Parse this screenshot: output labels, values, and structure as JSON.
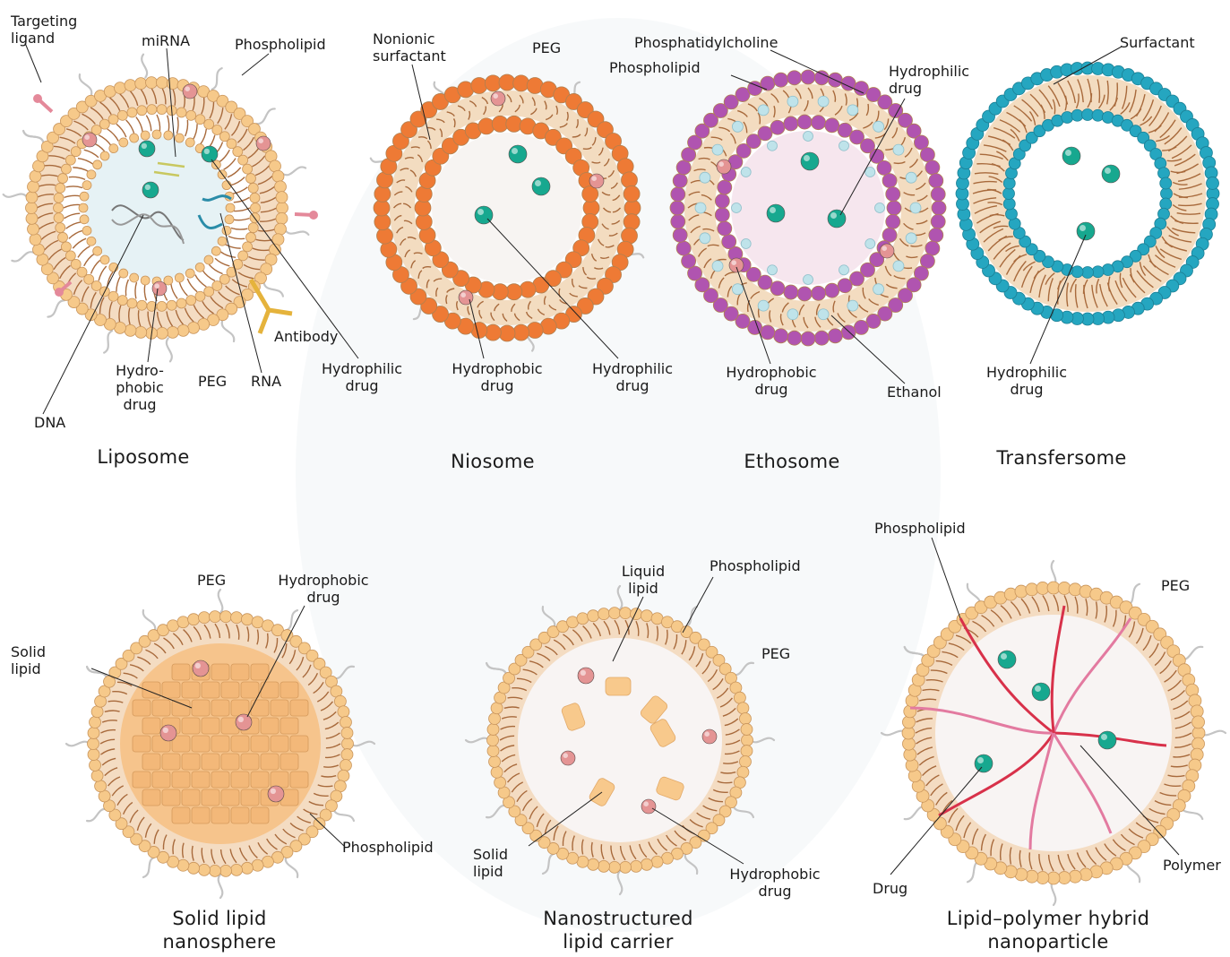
{
  "panels": {
    "liposome": {
      "title": "Liposome",
      "targeting_ligand": "Targeting\nligand",
      "mirna": "miRNA",
      "phospholipid": "Phospholipid",
      "antibody": "Antibody",
      "hydrophobic_drug": "Hydro-\nphobic\ndrug",
      "peg": "PEG",
      "rna": "RNA",
      "hydrophilic_drug": "Hydrophilic\ndrug",
      "dna": "DNA"
    },
    "niosome": {
      "title": "Niosome",
      "nonionic_surfactant": "Nonionic\nsurfactant",
      "peg": "PEG",
      "hydrophobic_drug": "Hydrophobic\ndrug",
      "hydrophilic_drug": "Hydrophilic\ndrug"
    },
    "ethosome": {
      "title": "Ethosome",
      "phosphatidylcholine": "Phosphatidylcholine",
      "phospholipid": "Phospholipid",
      "hydrophilic_drug": "Hydrophilic\ndrug",
      "hydrophobic_drug": "Hydrophobic\ndrug",
      "ethanol": "Ethanol"
    },
    "transfersome": {
      "title": "Transfersome",
      "surfactant": "Surfactant",
      "hydrophilic_drug": "Hydrophilic\ndrug"
    },
    "solid_lipid_nanosphere": {
      "title": "Solid lipid\nnanosphere",
      "peg": "PEG",
      "hydrophobic_drug": "Hydrophobic\ndrug",
      "solid_lipid": "Solid\nlipid",
      "phospholipid": "Phospholipid"
    },
    "nanostructured_lipid_carrier": {
      "title": "Nanostructured\nlipid carrier",
      "liquid_lipid": "Liquid\nlipid",
      "phospholipid": "Phospholipid",
      "peg": "PEG",
      "solid_lipid": "Solid\nlipid",
      "hydrophobic_drug": "Hydrophobic\ndrug"
    },
    "lipid_polymer_hybrid": {
      "title": "Lipid–polymer hybrid\nnanoparticle",
      "phospholipid": "Phospholipid",
      "peg": "PEG",
      "drug": "Drug",
      "polymer": "Polymer"
    }
  },
  "colors": {
    "head_tan": "#f6c98a",
    "tail": "#a86a3c",
    "niosome_head": "#ee7a35",
    "ethosome_head": "#b054b0",
    "transfersome_head": "#25a6c0",
    "drug_teal": "#17a88f",
    "drug_pink": "#e49494",
    "ethanol": "#bfe3ea",
    "polymer": "#d8314a",
    "peg": "#c4c4c4",
    "core_blue": "#e6f2f5",
    "core_pink": "#f6e6ee"
  }
}
